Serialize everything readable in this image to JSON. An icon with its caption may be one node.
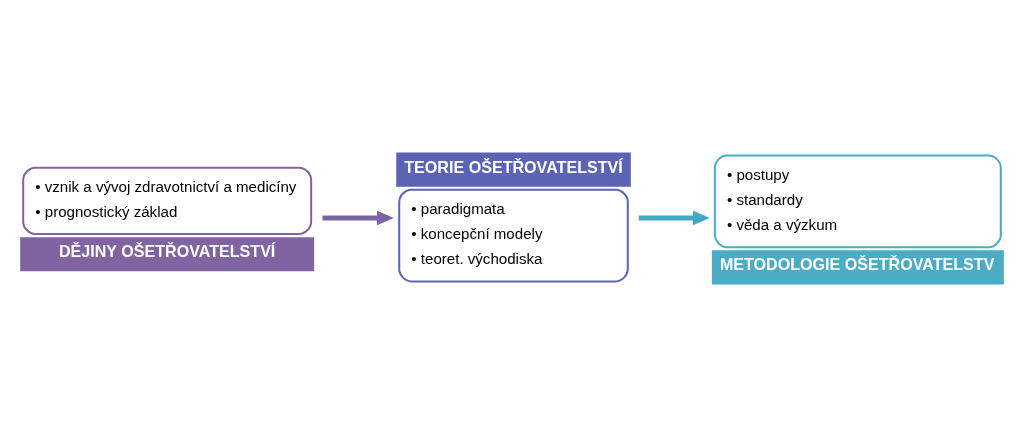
{
  "diagram": {
    "nodes": [
      {
        "text": [
          "• vznik a vývoj zdravotnictví a medicíny",
          "• prognostický základ",
          "DĚJINY OŠETŘOVATELSTVÍ"
        ]
      },
      {
        "text": [
          "TEORIE OŠETŘOVATELSTVÍ",
          "• paradigmata",
          "• koncepční modely",
          "• teoret. východiska"
        ]
      },
      {
        "text": [
          "• postupy",
          "• standardy",
          "• věda a výzkum",
          "METODOLOGIE OŠETŘOVATELSTV"
        ]
      }
    ],
    "edges": [
      {
        "from": 0,
        "to": 1,
        "arrow": "to",
        "color": "#7b63a8"
      },
      {
        "from": 1,
        "to": 2,
        "arrow": "to",
        "color": "#45a9c4"
      }
    ]
  }
}
